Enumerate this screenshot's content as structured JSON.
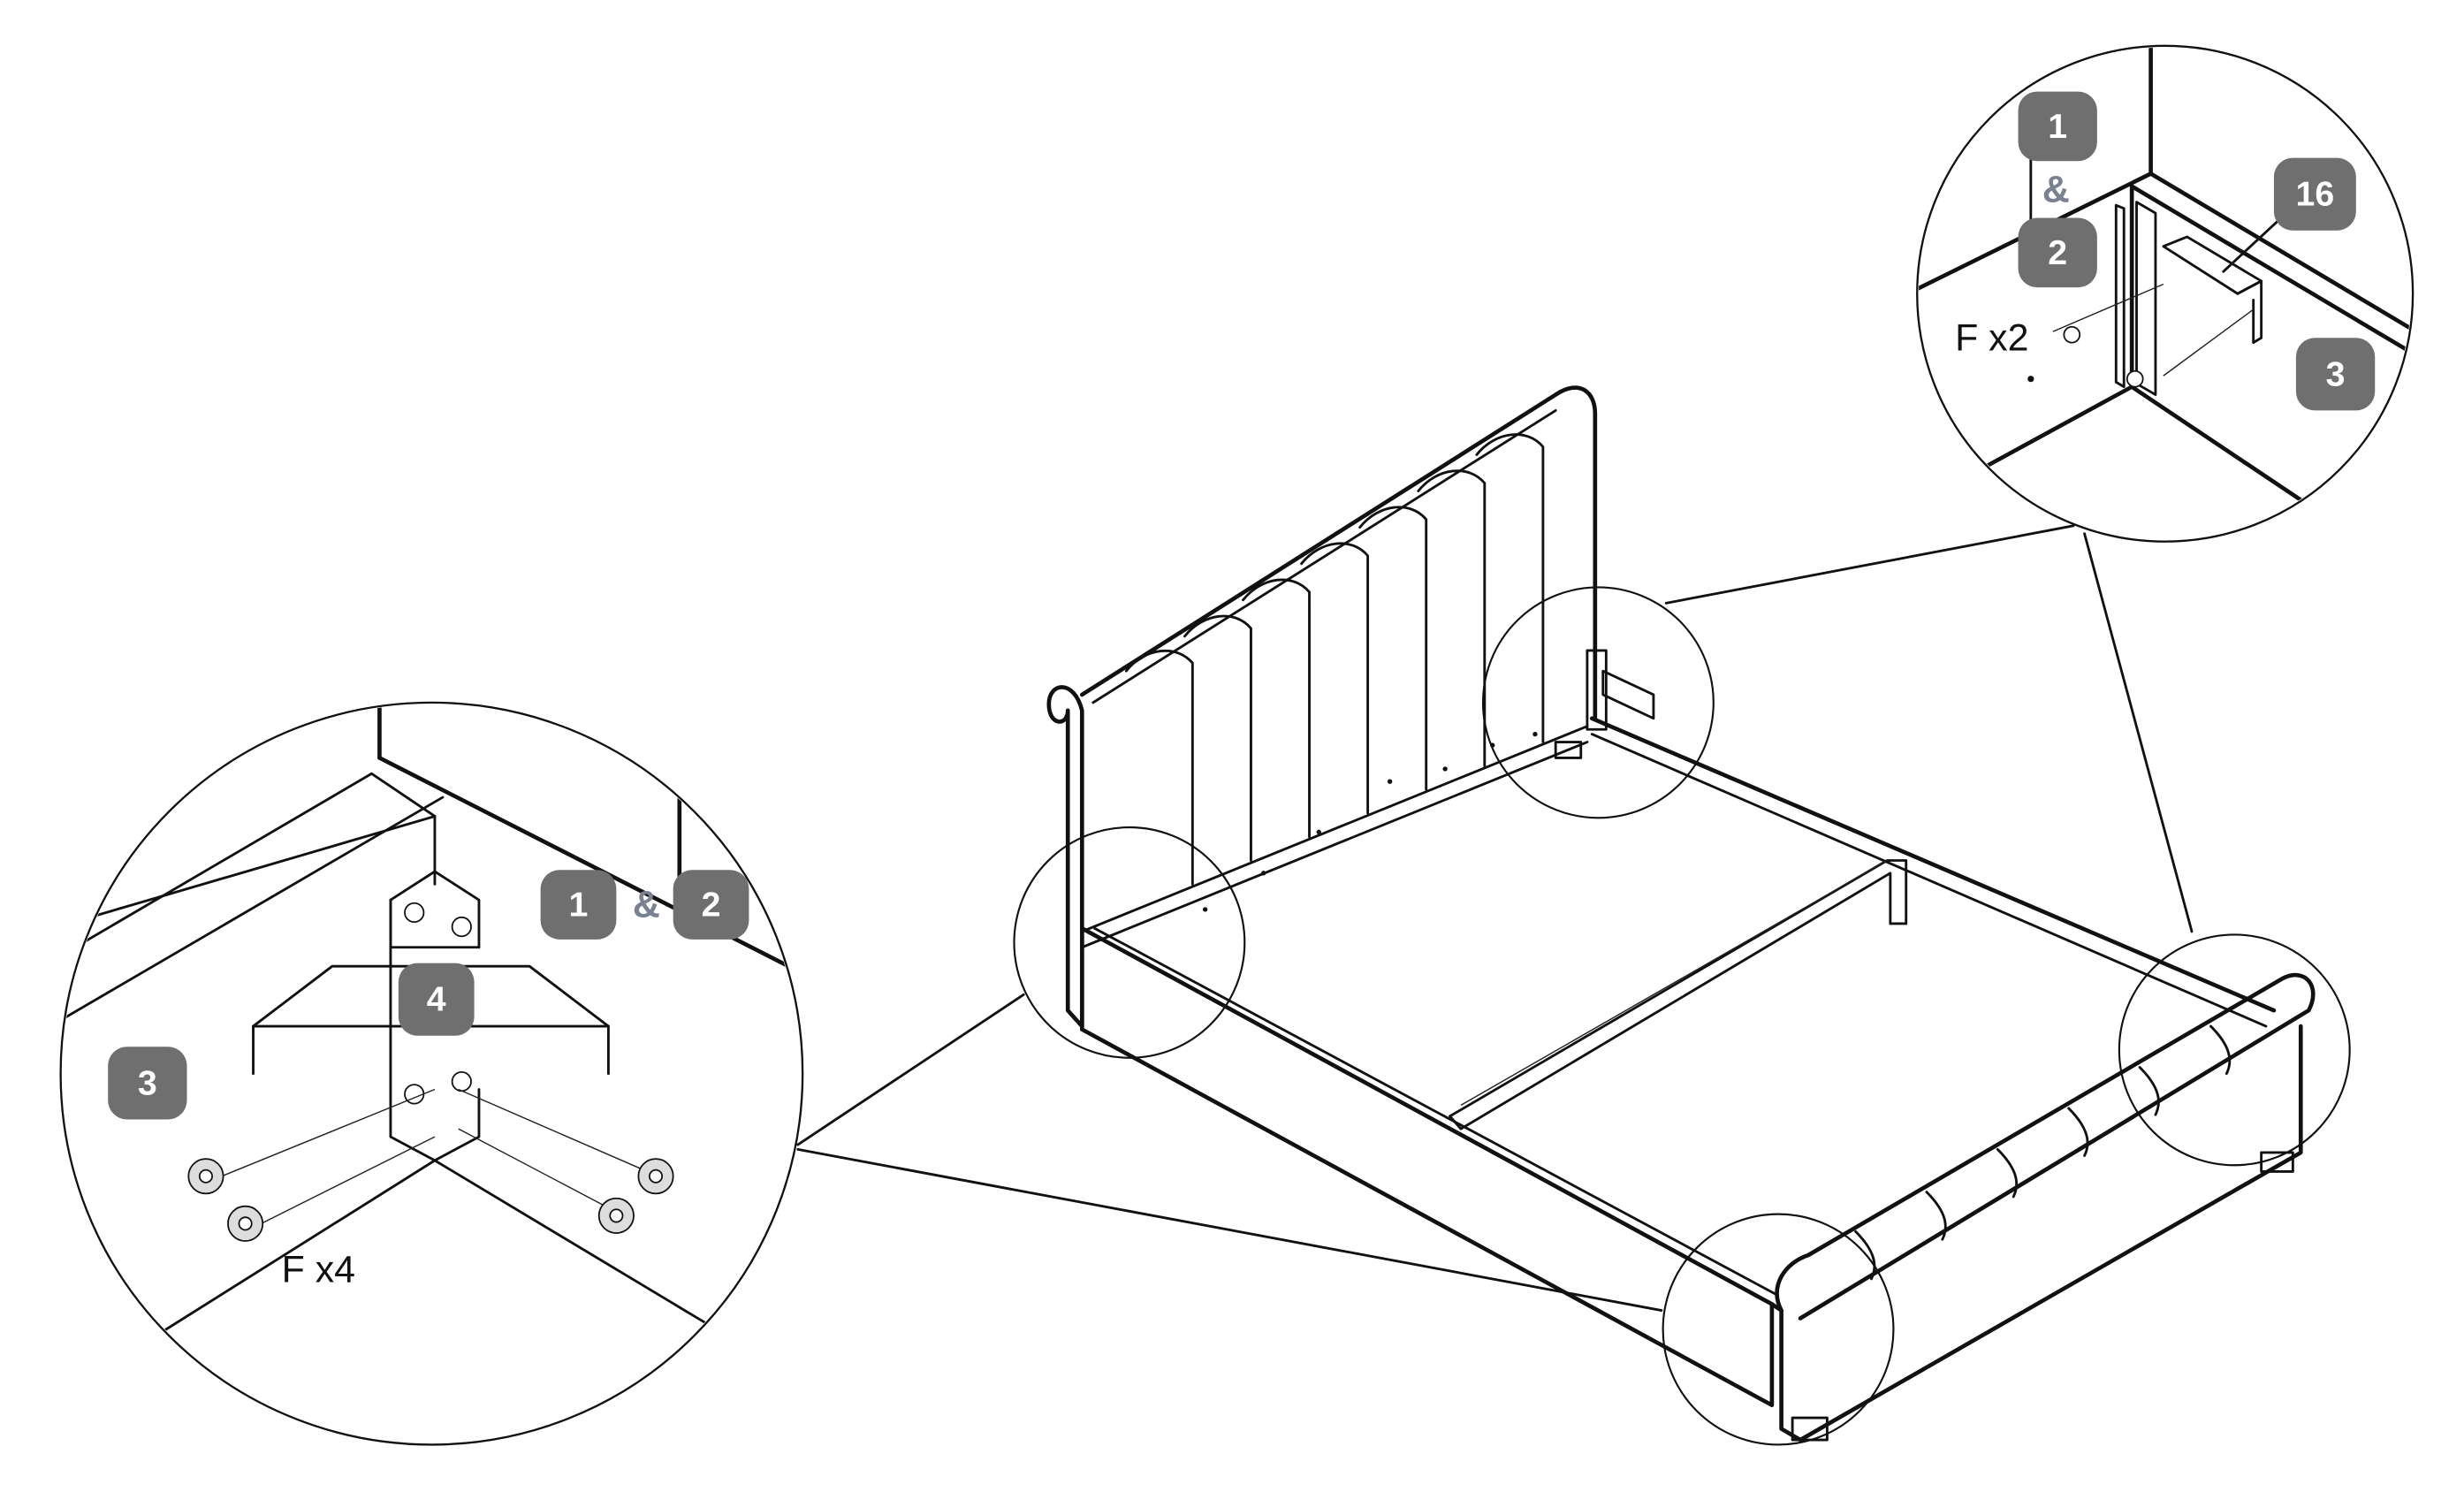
{
  "diagram": {
    "badge_color": "#6f6f6f",
    "detail_top_right": {
      "labels": {
        "part_a": "1",
        "ampersand": "&",
        "part_b": "2",
        "bracket": "16",
        "rail": "3"
      },
      "fastener_qty": "F x2"
    },
    "detail_left": {
      "labels": {
        "part_a": "1",
        "ampersand": "&",
        "part_b": "2",
        "bracket": "4",
        "rail": "3"
      },
      "fastener_qty": "F x4"
    }
  }
}
